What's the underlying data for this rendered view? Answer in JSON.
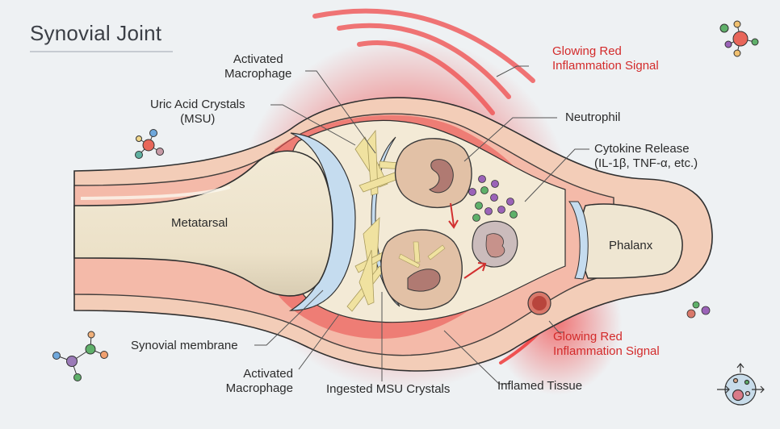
{
  "title": "Synovial Joint",
  "labels": {
    "activated_macrophage_top": [
      "Activated",
      "Macrophage"
    ],
    "uric_acid_crystals": [
      "Uric Acid Crystals",
      "(MSU)"
    ],
    "inflammation_signal_top": [
      "Glowing Red",
      "Inflammation Signal"
    ],
    "neutrophil": "Neutrophil",
    "cytokine_release": [
      "Cytokine Release",
      "(IL-1β, TNF-α, etc.)"
    ],
    "metatarsal": "Metatarsal",
    "phalanx": "Phalanx",
    "synovial_membrane": "Synovial membrane",
    "activated_macrophage_bottom": [
      "Activated",
      "Macrophage"
    ],
    "ingested_msu_crystals": "Ingested MSU Crystals",
    "inflamed_tissue": "Inflamed Tissue",
    "inflammation_signal_bottom": [
      "Glowing Red",
      "Inflammation Signal"
    ]
  },
  "icons": [
    "molecule-icon",
    "molecule-icon",
    "molecule-icon",
    "particles-icon",
    "cell-transport-icon"
  ],
  "colors": {
    "background": "#eef1f3",
    "skin": "#f3cdb8",
    "bone": "#ede3cc",
    "bone_shadow": "#d6cab0",
    "cartilage": "#c5dcef",
    "inflammation": "#ef3b3b",
    "label_red": "#d32b2b",
    "cell": "#e2c1a6",
    "nucleus": "#b07a72",
    "cytokine_purple": "#9b63b8",
    "cytokine_green": "#5fb06a",
    "crystal": "#f0e2a0"
  }
}
